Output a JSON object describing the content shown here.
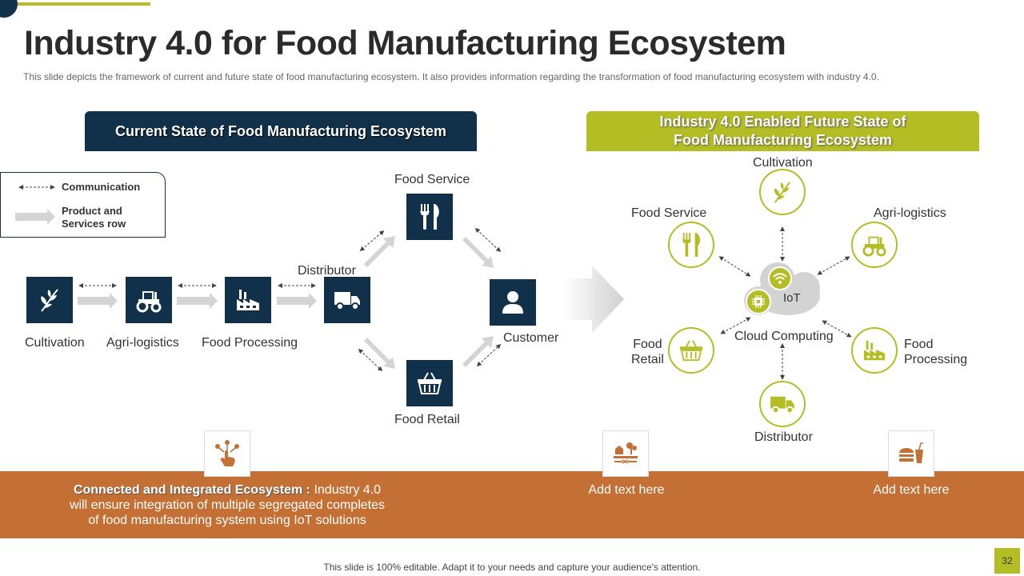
{
  "slide": {
    "title": "Industry 4.0 for Food Manufacturing Ecosystem",
    "subtitle": "This slide depicts the framework  of current and future state of food manufacturing   ecosystem. It also provides  information  regarding the transformation  of food manufacturing  ecosystem with industry 4.0.",
    "footer": "This slide is 100% editable. Adapt it to your needs and capture your audience's attention.",
    "page_number": "32"
  },
  "current_state": {
    "header": "Current State of Food Manufacturing  Ecosystem",
    "legend": {
      "communication": "Communication",
      "product_line1": "Product and",
      "product_line2": "Services row"
    },
    "nodes": {
      "cultivation": "Cultivation",
      "agri_logistics": "Agri-logistics",
      "food_processing": "Food Processing",
      "distributor": "Distributor",
      "food_service": "Food Service",
      "food_retail": "Food Retail",
      "customer": "Customer"
    }
  },
  "future_state": {
    "header_line1": "Industry 4.0 Enabled Future State of",
    "header_line2": "Food Manufacturing Ecosystem",
    "center": {
      "iot": "IoT",
      "cloud": "Cloud Computing"
    },
    "nodes": {
      "cultivation": "Cultivation",
      "food_service": "Food Service",
      "agri_logistics": "Agri-logistics",
      "food_retail_line1": "Food",
      "food_retail_line2": "Retail",
      "food_processing_line1": "Food",
      "food_processing_line2": "Processing",
      "distributor": "Distributor"
    }
  },
  "bottom": {
    "item1_bold": "Connected and Integrated Ecosystem :",
    "item1_text_a": " Industry  4.0",
    "item1_text_b": "will ensure  integration of multiple segregated completes",
    "item1_text_c": "of food manufacturing  system using IoT  solutions",
    "item2": "Add text here",
    "item3": "Add text here"
  },
  "colors": {
    "navy": "#11314a",
    "olive": "#b5bd24",
    "orange": "#c46f33"
  },
  "icons": [
    "leaf-icon",
    "tractor-icon",
    "factory-icon",
    "truck-icon",
    "cutlery-icon",
    "basket-icon",
    "user-icon",
    "wifi-icon",
    "chip-icon",
    "cloud-icon",
    "touch-icon",
    "farm-icon",
    "food-icon"
  ]
}
